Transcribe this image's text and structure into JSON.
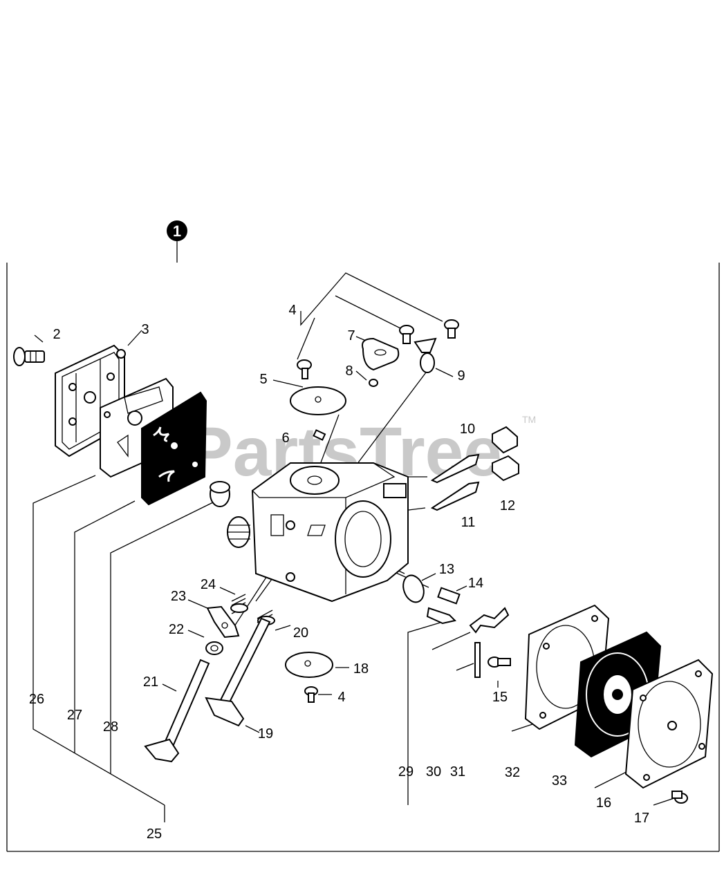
{
  "assembly": {
    "badge": "1"
  },
  "watermark": {
    "text": "PartsTree",
    "tm": "TM"
  },
  "callouts": [
    {
      "id": "2",
      "name": "callout-2"
    },
    {
      "id": "3",
      "name": "callout-3"
    },
    {
      "id": "4",
      "name": "callout-4-top"
    },
    {
      "id": "7",
      "name": "callout-7"
    },
    {
      "id": "8",
      "name": "callout-8"
    },
    {
      "id": "9",
      "name": "callout-9"
    },
    {
      "id": "5",
      "name": "callout-5"
    },
    {
      "id": "6",
      "name": "callout-6"
    },
    {
      "id": "10",
      "name": "callout-10"
    },
    {
      "id": "12",
      "name": "callout-12"
    },
    {
      "id": "11",
      "name": "callout-11"
    },
    {
      "id": "13",
      "name": "callout-13"
    },
    {
      "id": "14",
      "name": "callout-14"
    },
    {
      "id": "24",
      "name": "callout-24"
    },
    {
      "id": "23",
      "name": "callout-23"
    },
    {
      "id": "20",
      "name": "callout-20"
    },
    {
      "id": "22",
      "name": "callout-22"
    },
    {
      "id": "18",
      "name": "callout-18"
    },
    {
      "id": "4",
      "name": "callout-4-bottom"
    },
    {
      "id": "21",
      "name": "callout-21"
    },
    {
      "id": "15",
      "name": "callout-15"
    },
    {
      "id": "19",
      "name": "callout-19"
    },
    {
      "id": "26",
      "name": "callout-26"
    },
    {
      "id": "27",
      "name": "callout-27"
    },
    {
      "id": "28",
      "name": "callout-28"
    },
    {
      "id": "29",
      "name": "callout-29"
    },
    {
      "id": "30",
      "name": "callout-30"
    },
    {
      "id": "31",
      "name": "callout-31"
    },
    {
      "id": "32",
      "name": "callout-32"
    },
    {
      "id": "33",
      "name": "callout-33"
    },
    {
      "id": "16",
      "name": "callout-16"
    },
    {
      "id": "17",
      "name": "callout-17"
    },
    {
      "id": "25",
      "name": "callout-25"
    }
  ]
}
